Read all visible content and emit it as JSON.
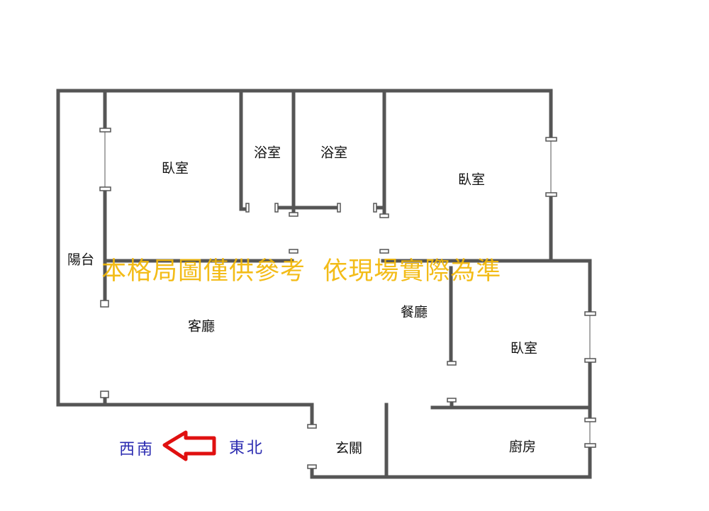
{
  "rooms": {
    "bedroom_1": "臥室",
    "bath_1": "浴室",
    "bath_2": "浴室",
    "bedroom_2": "臥室",
    "balcony": "陽台",
    "living": "客廳",
    "dining": "餐廳",
    "bedroom_3": "臥室",
    "entrance": "玄關",
    "kitchen": "廚房"
  },
  "watermark": "本格局圖僅供參考  依現場實際為準",
  "compass": {
    "left": "西南",
    "right": "東北",
    "arrow_color": "#e01010"
  },
  "colors": {
    "wall": "#555555",
    "watermark": "#f2b705",
    "direction_text": "#2a2ab0"
  }
}
